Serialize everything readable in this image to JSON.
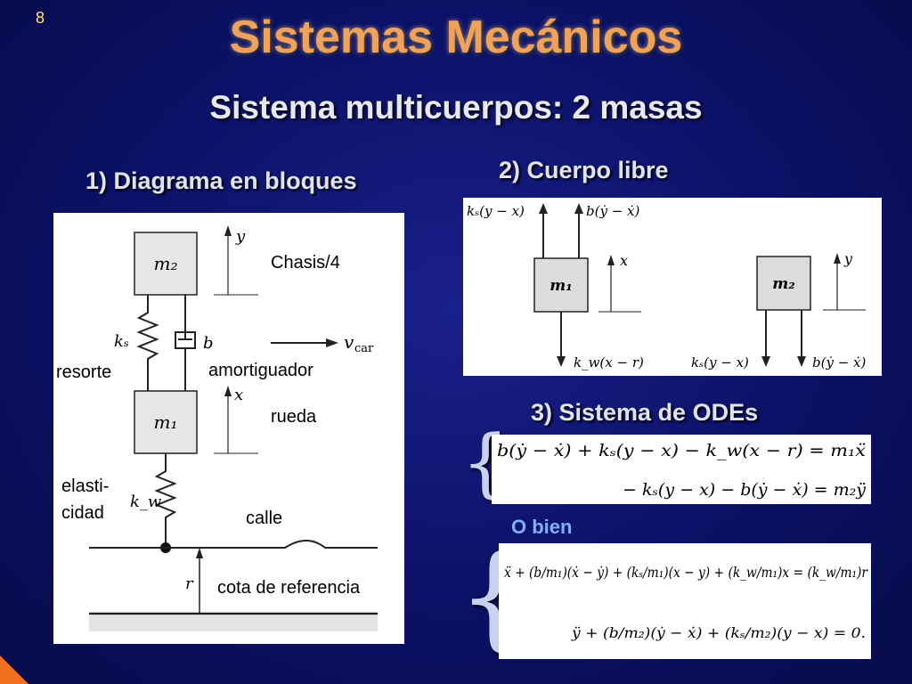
{
  "page_number": "8",
  "title": "Sistemas Mecánicos",
  "subtitle": "Sistema multicuerpos: 2 masas",
  "headings": {
    "diagram": "1) Diagrama en bloques",
    "free_body": "2) Cuerpo libre",
    "odes": "3) Sistema de ODEs",
    "alt": "O bien"
  },
  "labels": {
    "chasis": "Chasis/4",
    "resorte": "resorte",
    "amortiguador": "amortiguador",
    "rueda": "rueda",
    "elasticidad_1": "elasti-",
    "elasticidad_2": "cidad",
    "calle": "calle",
    "cota": "cota de referencia"
  },
  "diagram_symbols": {
    "y": "y",
    "m2": "m₂",
    "ks": "kₛ",
    "b": "b",
    "vcar": "v",
    "vcar_sub": "car",
    "x": "x",
    "m1": "m₁",
    "kw": "k_w",
    "r": "r"
  },
  "free_body": {
    "m1_top_left": "kₛ(y − x)",
    "m1_top_right": "b(ẏ − ẋ)",
    "m1_axis": "x",
    "m1_label": "m₁",
    "m1_bottom": "k_w(x − r)",
    "m2_axis": "y",
    "m2_label": "m₂",
    "m2_bottom_left": "kₛ(y − x)",
    "m2_bottom_right": "b(ẏ − ẋ)"
  },
  "equations_1": [
    "b(ẏ − ẋ) + kₛ(y − x) − k_w(x − r) = m₁ẍ",
    "− kₛ(y − x) − b(ẏ − ẋ) = m₂ÿ"
  ],
  "equations_2": [
    "ẍ + (b/m₁)(ẋ − ẏ) + (kₛ/m₁)(x − y) + (k_w/m₁)x = (k_w/m₁)r",
    "ÿ + (b/m₂)(ẏ − ẋ) + (kₛ/m₂)(y − x) = 0."
  ],
  "colors": {
    "background": "#0b1166",
    "title": "#f0a25a",
    "accent_link": "#7fb0ff"
  }
}
